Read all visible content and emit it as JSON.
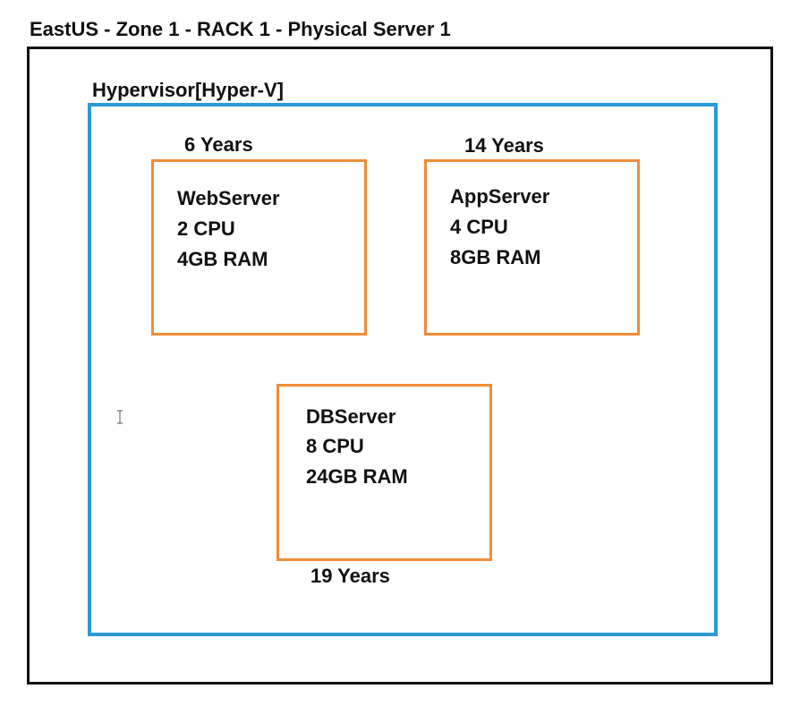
{
  "title": "EastUS - Zone 1 - RACK 1 - Physical Server 1",
  "hypervisor": {
    "label": "Hypervisor[Hyper-V]"
  },
  "vms": [
    {
      "name": "WebServer",
      "cpu": "2 CPU",
      "ram": "4GB RAM",
      "age": "6 Years"
    },
    {
      "name": "AppServer",
      "cpu": "4 CPU",
      "ram": "8GB RAM",
      "age": "14 Years"
    },
    {
      "name": "DBServer",
      "cpu": "8 CPU",
      "ram": "24GB RAM",
      "age": "19 Years"
    }
  ],
  "colors": {
    "server_border": "#111111",
    "hypervisor_border": "#2b9ad6",
    "vm_border": "#ef8d38"
  },
  "icons": {
    "cursor": "text-cursor-icon"
  }
}
